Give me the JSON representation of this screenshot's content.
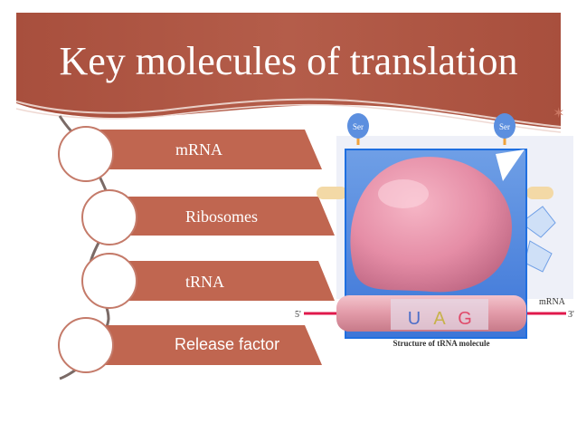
{
  "slide": {
    "title": "Key molecules of translation",
    "ornament_icon": "✶"
  },
  "stages": [
    {
      "label": "mRNA"
    },
    {
      "label": "Ribosomes"
    },
    {
      "label": "tRNA"
    },
    {
      "label": "Release factor"
    }
  ],
  "figure": {
    "amino_acid_left": "Ser",
    "amino_acid_right": "Ser",
    "strand_label": "mRNA",
    "five_prime": "5'",
    "three_prime": "3'",
    "codon": [
      "U",
      "A",
      "G"
    ],
    "caption": "Structure of tRNA molecule"
  },
  "colors": {
    "header": "#b05a47",
    "banner": "#c06650",
    "ring": "#c47a69",
    "strand": "#e0194c",
    "ribosome": "#e58da6",
    "frame": "#1f6fe0"
  }
}
